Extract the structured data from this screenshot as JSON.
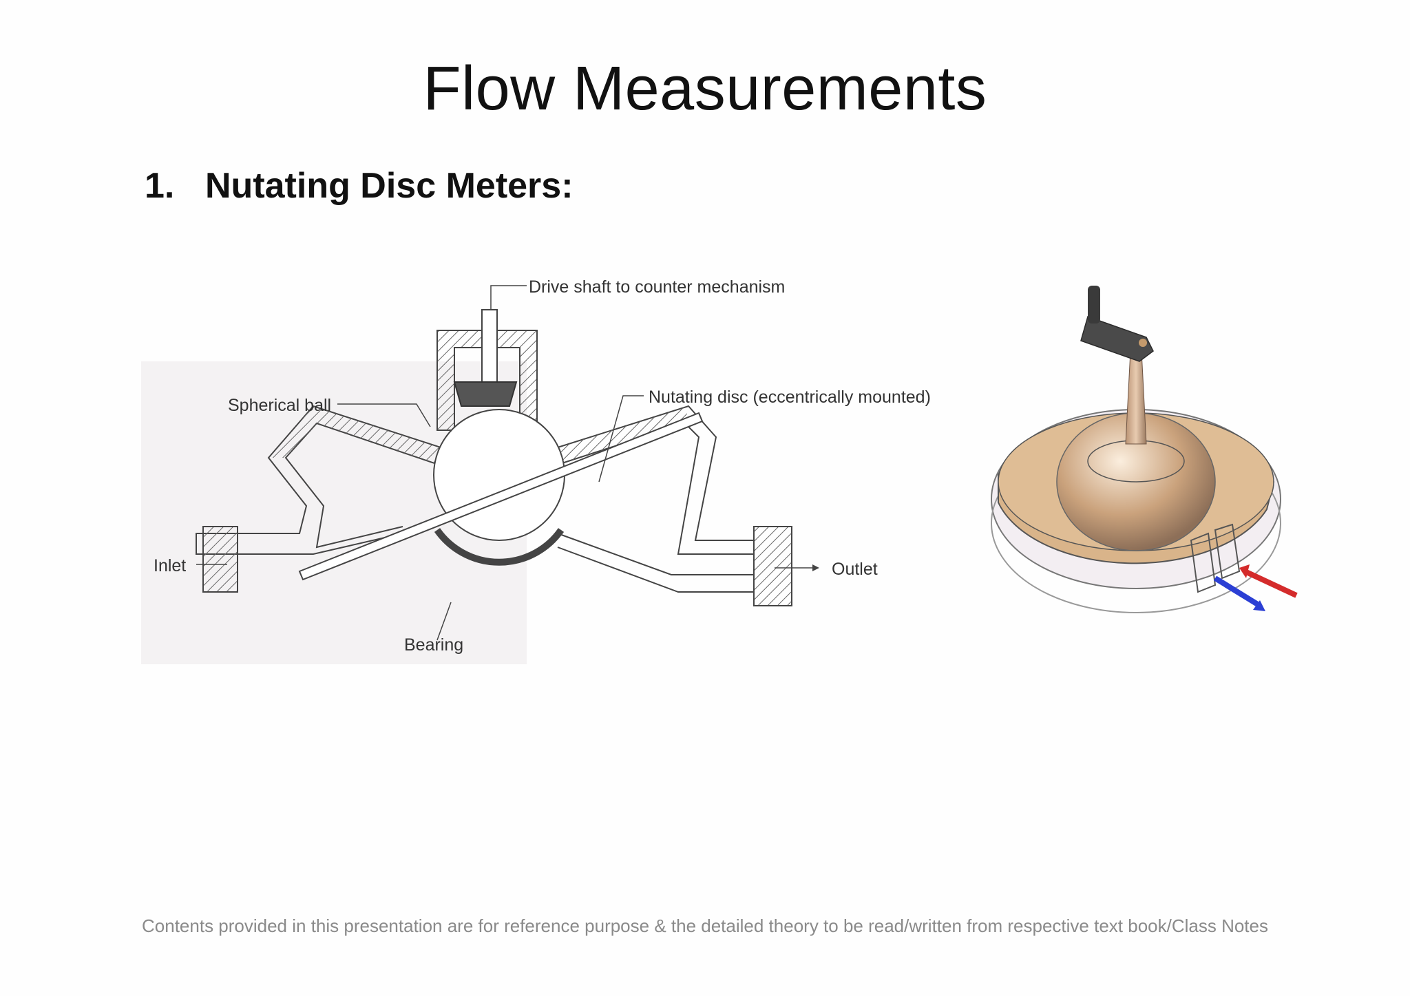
{
  "slide": {
    "title": "Flow Measurements",
    "heading": {
      "number": "1.",
      "text": "Nutating Disc Meters:"
    },
    "footer": "Contents provided in this presentation are for reference purpose & the detailed theory to be read/written from respective text book/Class Notes"
  },
  "diagram": {
    "labels": {
      "drive_shaft": "Drive shaft to counter mechanism",
      "spherical_ball": "Spherical ball",
      "nutating_disc": "Nutating disc (eccentrically mounted)",
      "inlet": "Inlet",
      "outlet": "Outlet",
      "bearing": "Bearing"
    }
  },
  "colors": {
    "inflow_arrow": "#d42b2b",
    "outflow_arrow": "#2b3fd4",
    "meter_body": "#d9b48a",
    "crank": "#4a4a4a"
  }
}
